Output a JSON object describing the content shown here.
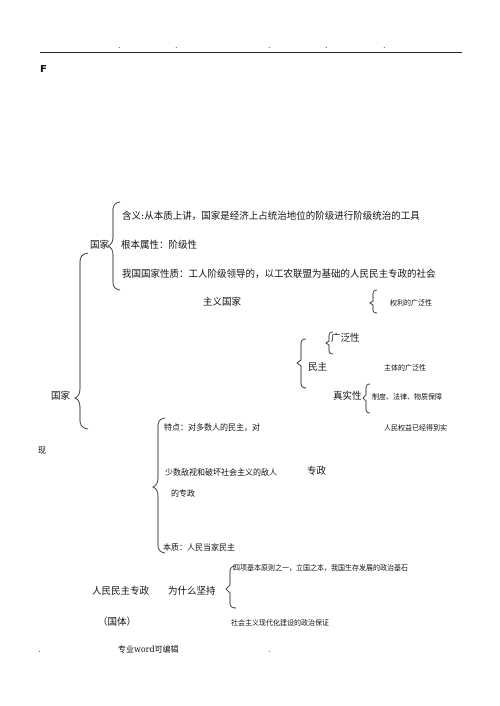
{
  "header": {
    "dots": [
      ".",
      ".",
      ".",
      ".",
      "."
    ],
    "letter": "F"
  },
  "outline": {
    "root": "国家",
    "guojia": "国家",
    "hanyi": "含义:从本质上讲，国家是经济上占统治地位的阶级进行阶级统治的工具",
    "genben": "根本属性：阶级性",
    "xingzhi_1": "我国国家性质：工人阶级领导的，以工农联盟为基础的人民民主专政的社会",
    "xingzhi_2": "主义国家",
    "quanli": "权利的广泛性",
    "guangfan": "广泛性",
    "minzhu": "民主",
    "zhuti": "主体的广泛性",
    "zhenshi": "真实性",
    "zhidu": "制度、法律、物质保障",
    "tedian": "特点：对多数人的民主，对",
    "renmin_quanyi": "人民权益已经得到实",
    "xian": "现",
    "shaoshu": "少数敌视和破坏社会主义的敌人",
    "zhuanzheng": "专政",
    "de_zhuanzheng": "的专政",
    "benzhi": "本质：人民当家民主",
    "sixiang": "四项基本原则之一，立国之本，我国生存发展的政治基石",
    "rmmzzz": "人民民主专政",
    "weishenme": "为什么坚持",
    "guoti": "（国体）",
    "baozheng": "社会主义现代化建设的政治保证"
  },
  "footer": {
    "dot_left": ".",
    "label": "专业word可编辑",
    "dot_right": "."
  }
}
